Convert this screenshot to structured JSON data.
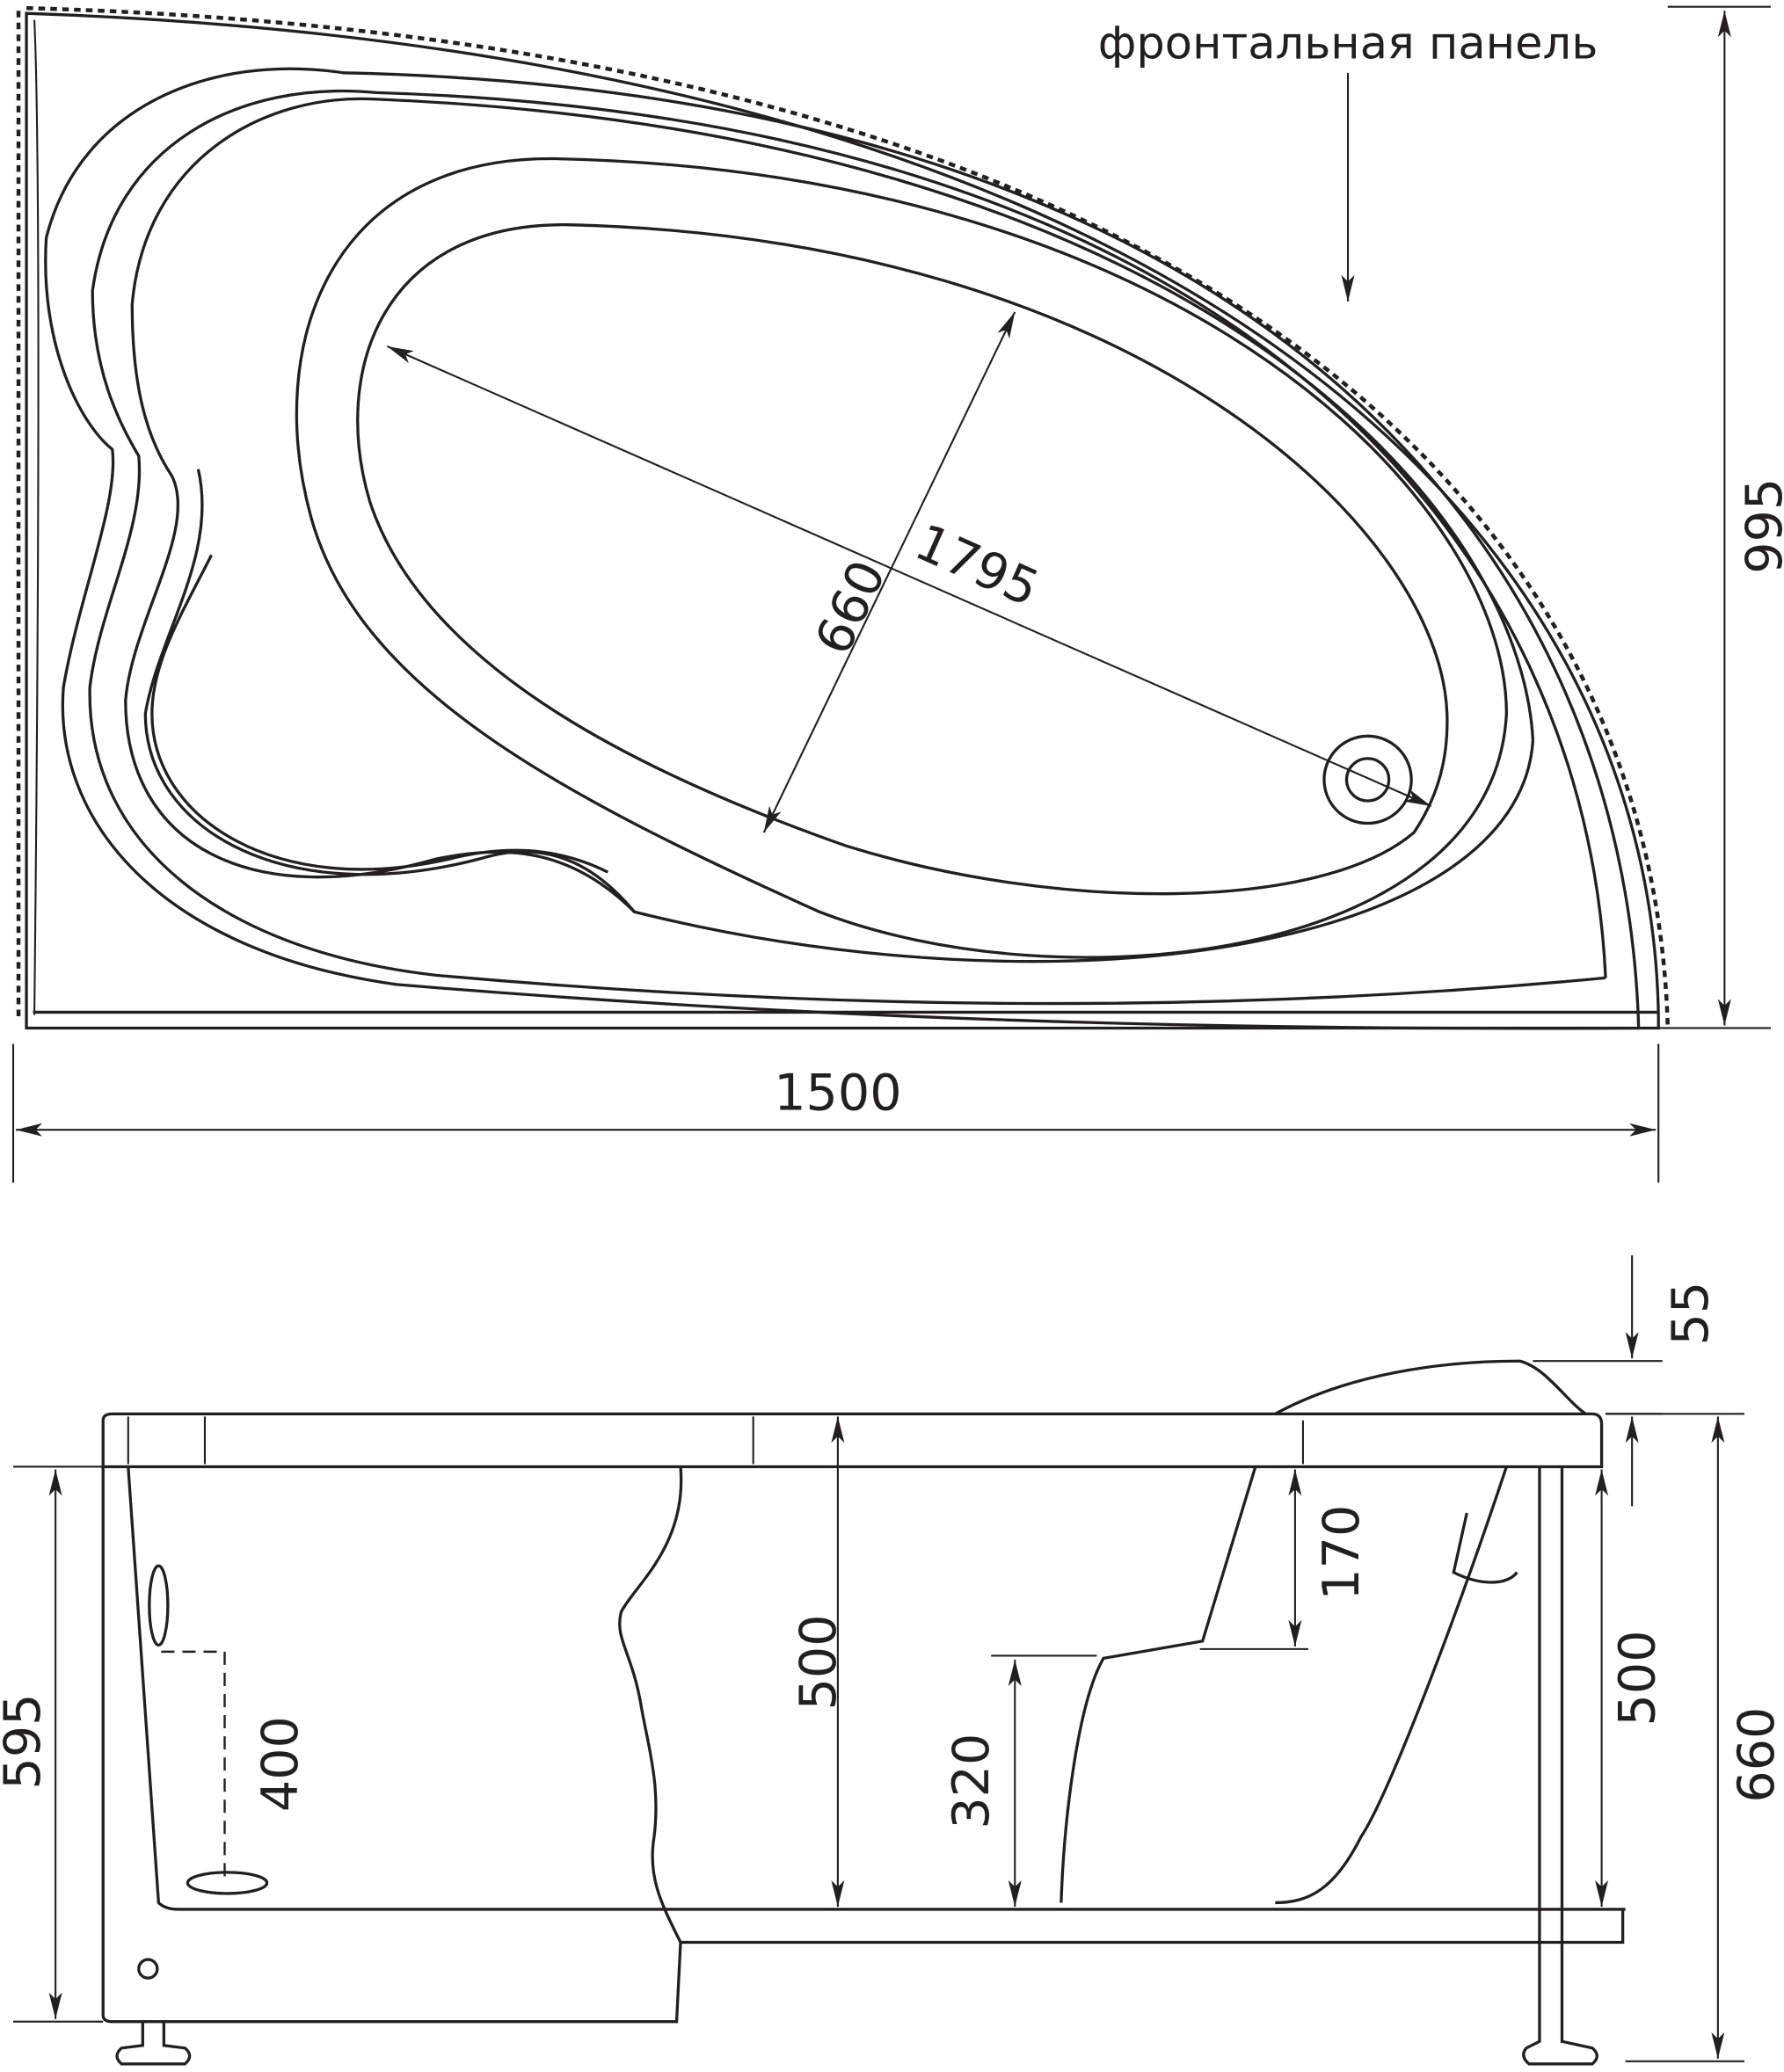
{
  "drawing": {
    "front_panel_label": "фронтальная панель",
    "top_view": {
      "width": "1500",
      "depth": "995",
      "basin_length": "1795",
      "basin_width": "660"
    },
    "side_view": {
      "headrest_height": "55",
      "seat_to_rim": "170",
      "depth_center": "500",
      "depth_right": "500",
      "total_height": "660",
      "height_left": "595",
      "overflow_height": "400",
      "seat_height": "320"
    },
    "line_color": "#231f20"
  }
}
